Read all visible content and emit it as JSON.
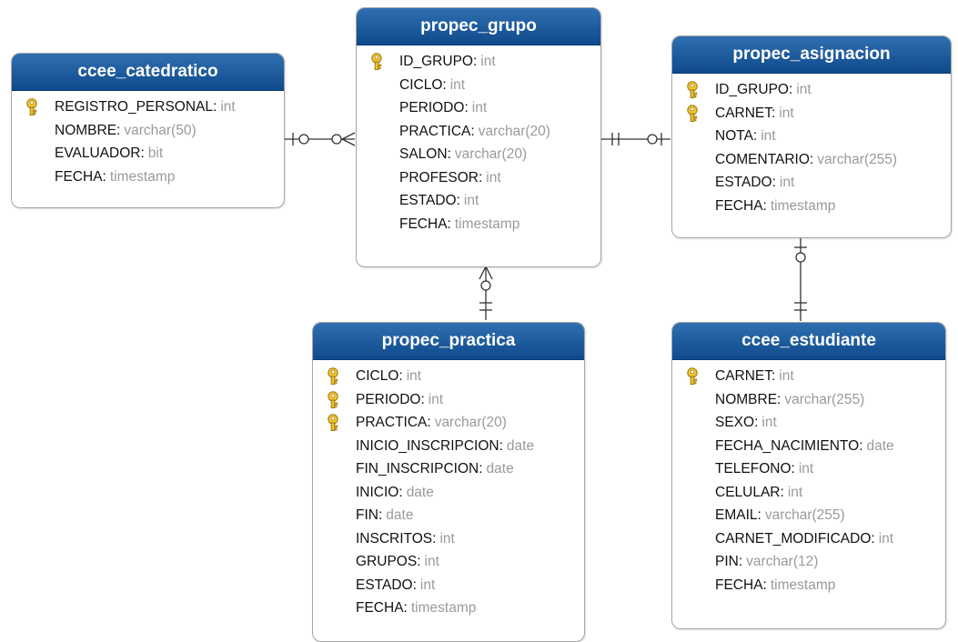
{
  "colors": {
    "header_top": "#2f6fb0",
    "header_bottom": "#0f4a8c",
    "field_type": "#9a9a9a",
    "key_icon": "#f2c230",
    "connector": "#333333"
  },
  "entities": [
    {
      "title": "ccee_catedratico",
      "fields": [
        {
          "name": "REGISTRO_PERSONAL",
          "type": "int",
          "pk": true
        },
        {
          "name": "NOMBRE",
          "type": "varchar(50)",
          "pk": false
        },
        {
          "name": "EVALUADOR",
          "type": "bit",
          "pk": false
        },
        {
          "name": "FECHA",
          "type": "timestamp",
          "pk": false
        }
      ]
    },
    {
      "title": "propec_grupo",
      "fields": [
        {
          "name": "ID_GRUPO",
          "type": "int",
          "pk": true
        },
        {
          "name": "CICLO",
          "type": "int",
          "pk": false
        },
        {
          "name": "PERIODO",
          "type": "int",
          "pk": false
        },
        {
          "name": "PRACTICA",
          "type": "varchar(20)",
          "pk": false
        },
        {
          "name": "SALON",
          "type": "varchar(20)",
          "pk": false
        },
        {
          "name": "PROFESOR",
          "type": "int",
          "pk": false
        },
        {
          "name": "ESTADO",
          "type": "int",
          "pk": false
        },
        {
          "name": "FECHA",
          "type": "timestamp",
          "pk": false
        }
      ]
    },
    {
      "title": "propec_asignacion",
      "fields": [
        {
          "name": "ID_GRUPO",
          "type": "int",
          "pk": true
        },
        {
          "name": "CARNET",
          "type": "int",
          "pk": true
        },
        {
          "name": "NOTA",
          "type": "int",
          "pk": false
        },
        {
          "name": "COMENTARIO",
          "type": "varchar(255)",
          "pk": false
        },
        {
          "name": "ESTADO",
          "type": "int",
          "pk": false
        },
        {
          "name": "FECHA",
          "type": "timestamp",
          "pk": false
        }
      ]
    },
    {
      "title": "propec_practica",
      "fields": [
        {
          "name": "CICLO",
          "type": "int",
          "pk": true
        },
        {
          "name": "PERIODO",
          "type": "int",
          "pk": true
        },
        {
          "name": "PRACTICA",
          "type": "varchar(20)",
          "pk": true
        },
        {
          "name": "INICIO_INSCRIPCION",
          "type": "date",
          "pk": false
        },
        {
          "name": "FIN_INSCRIPCION",
          "type": "date",
          "pk": false
        },
        {
          "name": "INICIO",
          "type": "date",
          "pk": false
        },
        {
          "name": "FIN",
          "type": "date",
          "pk": false
        },
        {
          "name": "INSCRITOS",
          "type": "int",
          "pk": false
        },
        {
          "name": "GRUPOS",
          "type": "int",
          "pk": false
        },
        {
          "name": "ESTADO",
          "type": "int",
          "pk": false
        },
        {
          "name": "FECHA",
          "type": "timestamp",
          "pk": false
        }
      ]
    },
    {
      "title": "ccee_estudiante",
      "fields": [
        {
          "name": "CARNET",
          "type": "int",
          "pk": true
        },
        {
          "name": "NOMBRE",
          "type": "varchar(255)",
          "pk": false
        },
        {
          "name": "SEXO",
          "type": "int",
          "pk": false
        },
        {
          "name": "FECHA_NACIMIENTO",
          "type": "date",
          "pk": false
        },
        {
          "name": "TELEFONO",
          "type": "int",
          "pk": false
        },
        {
          "name": "CELULAR",
          "type": "int",
          "pk": false
        },
        {
          "name": "EMAIL",
          "type": "varchar(255)",
          "pk": false
        },
        {
          "name": "CARNET_MODIFICADO",
          "type": "int",
          "pk": false
        },
        {
          "name": "PIN",
          "type": "varchar(12)",
          "pk": false
        },
        {
          "name": "FECHA",
          "type": "timestamp",
          "pk": false
        }
      ]
    }
  ]
}
